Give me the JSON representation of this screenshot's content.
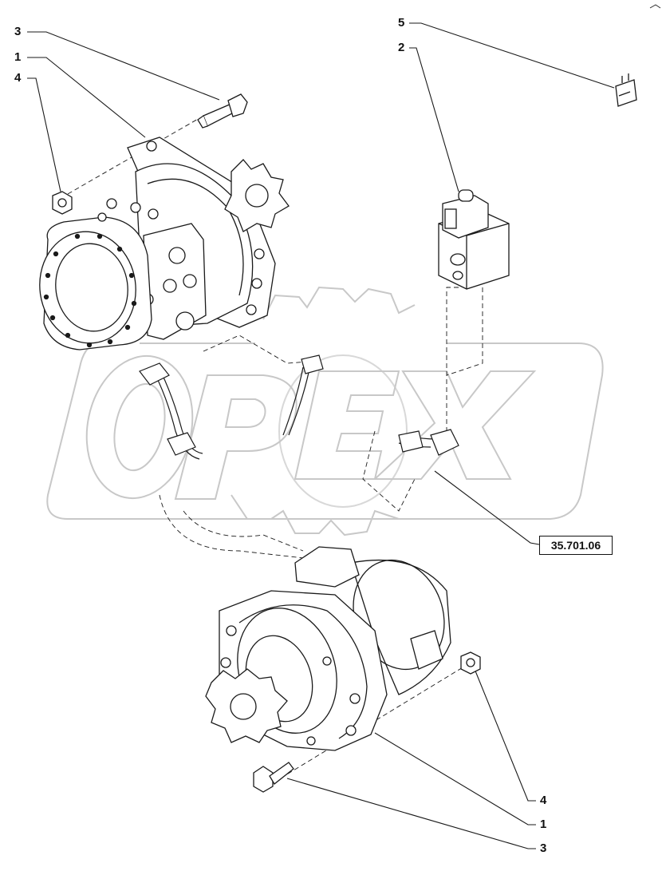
{
  "diagram": {
    "callouts": {
      "c_3_top": "3",
      "c_1_top": "1",
      "c_4_top": "4",
      "c_5": "5",
      "c_2": "2",
      "c_4_bottom": "4",
      "c_1_bottom": "1",
      "c_3_bottom": "3"
    },
    "reference_box": "35.701.06",
    "watermark": "OPEX",
    "colors": {
      "line": "#1a1a1a",
      "watermark": "#c8c8c8",
      "background": "#ffffff"
    }
  }
}
